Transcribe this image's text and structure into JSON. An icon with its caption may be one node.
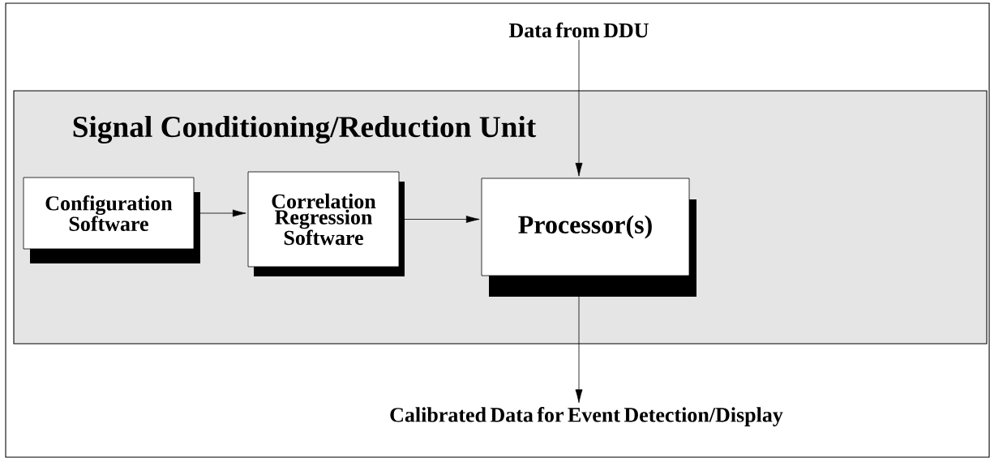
{
  "diagram": {
    "nodes": [
      {
        "text": [
          "Data from DDU"
        ]
      },
      {
        "text": [
          "Signal Conditioning/Reduction Unit"
        ]
      },
      {
        "text": [
          "Configuration Software"
        ],
        "in": 1
      },
      {
        "text": [
          "Correlation Regression Software"
        ],
        "in": 1
      },
      {
        "text": [
          "Processor(s)"
        ],
        "in": 1
      },
      {
        "text": [
          "Calibrated Data for Event Detection/Display"
        ]
      }
    ],
    "edges": [
      {
        "from": 0,
        "to": 4,
        "arrow": "to"
      },
      {
        "from": 2,
        "to": 3,
        "arrow": "to"
      },
      {
        "from": 3,
        "to": 4,
        "arrow": "to"
      },
      {
        "from": 4,
        "to": 5,
        "arrow": "to"
      }
    ]
  }
}
